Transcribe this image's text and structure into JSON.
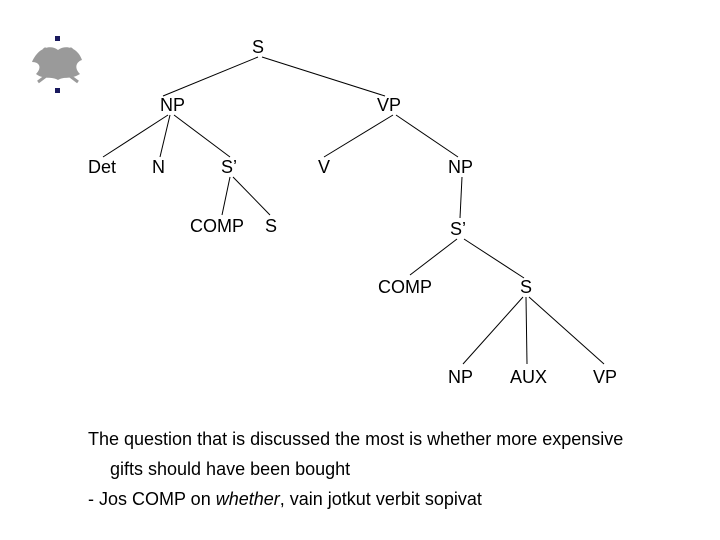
{
  "tree": {
    "nodes": {
      "s_root": "S",
      "np_subject": "NP",
      "vp_main": "VP",
      "det": "Det",
      "n": "N",
      "sbar_rel": "S’",
      "v": "V",
      "np_object": "NP",
      "comp_rel": "COMP",
      "s_rel": "S",
      "sbar_obj": "S’",
      "comp_obj": "COMP",
      "s_obj": "S",
      "np_inner": "NP",
      "aux": "AUX",
      "vp_inner": "VP"
    }
  },
  "caption": {
    "line1": "The question that is discussed the most is whether more expensive",
    "line2": "gifts should have been bought",
    "line3_prefix": "- Jos COMP on ",
    "line3_italic": "whether",
    "line3_suffix": ", vain jotkut verbit sopivat"
  }
}
